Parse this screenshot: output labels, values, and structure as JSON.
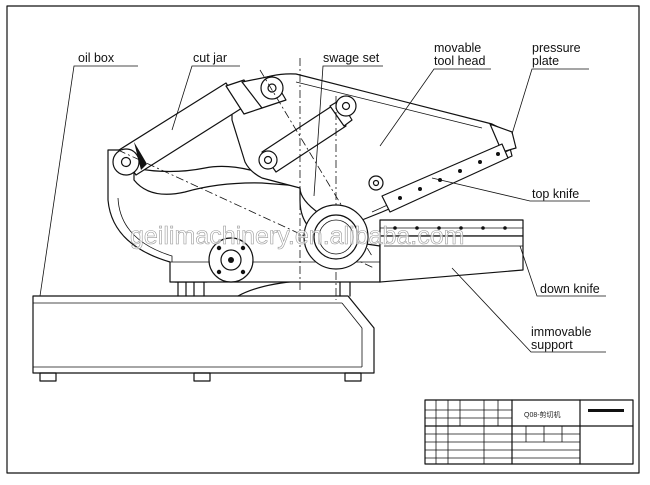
{
  "labels": {
    "oil_box": "oil box",
    "cut_jar": "cut jar",
    "swage_set": "swage set",
    "movable_tool_head_1": "movable",
    "movable_tool_head_2": "tool head",
    "pressure_plate_1": "pressure",
    "pressure_plate_2": "plate",
    "top_knife": "top knife",
    "down_knife": "down knife",
    "immovable_support_1": "immovable",
    "immovable_support_2": "support"
  },
  "watermark": "geilimachinery.en.alibaba.com",
  "title_block": {
    "drawing_code": "Q08-剪切机"
  }
}
